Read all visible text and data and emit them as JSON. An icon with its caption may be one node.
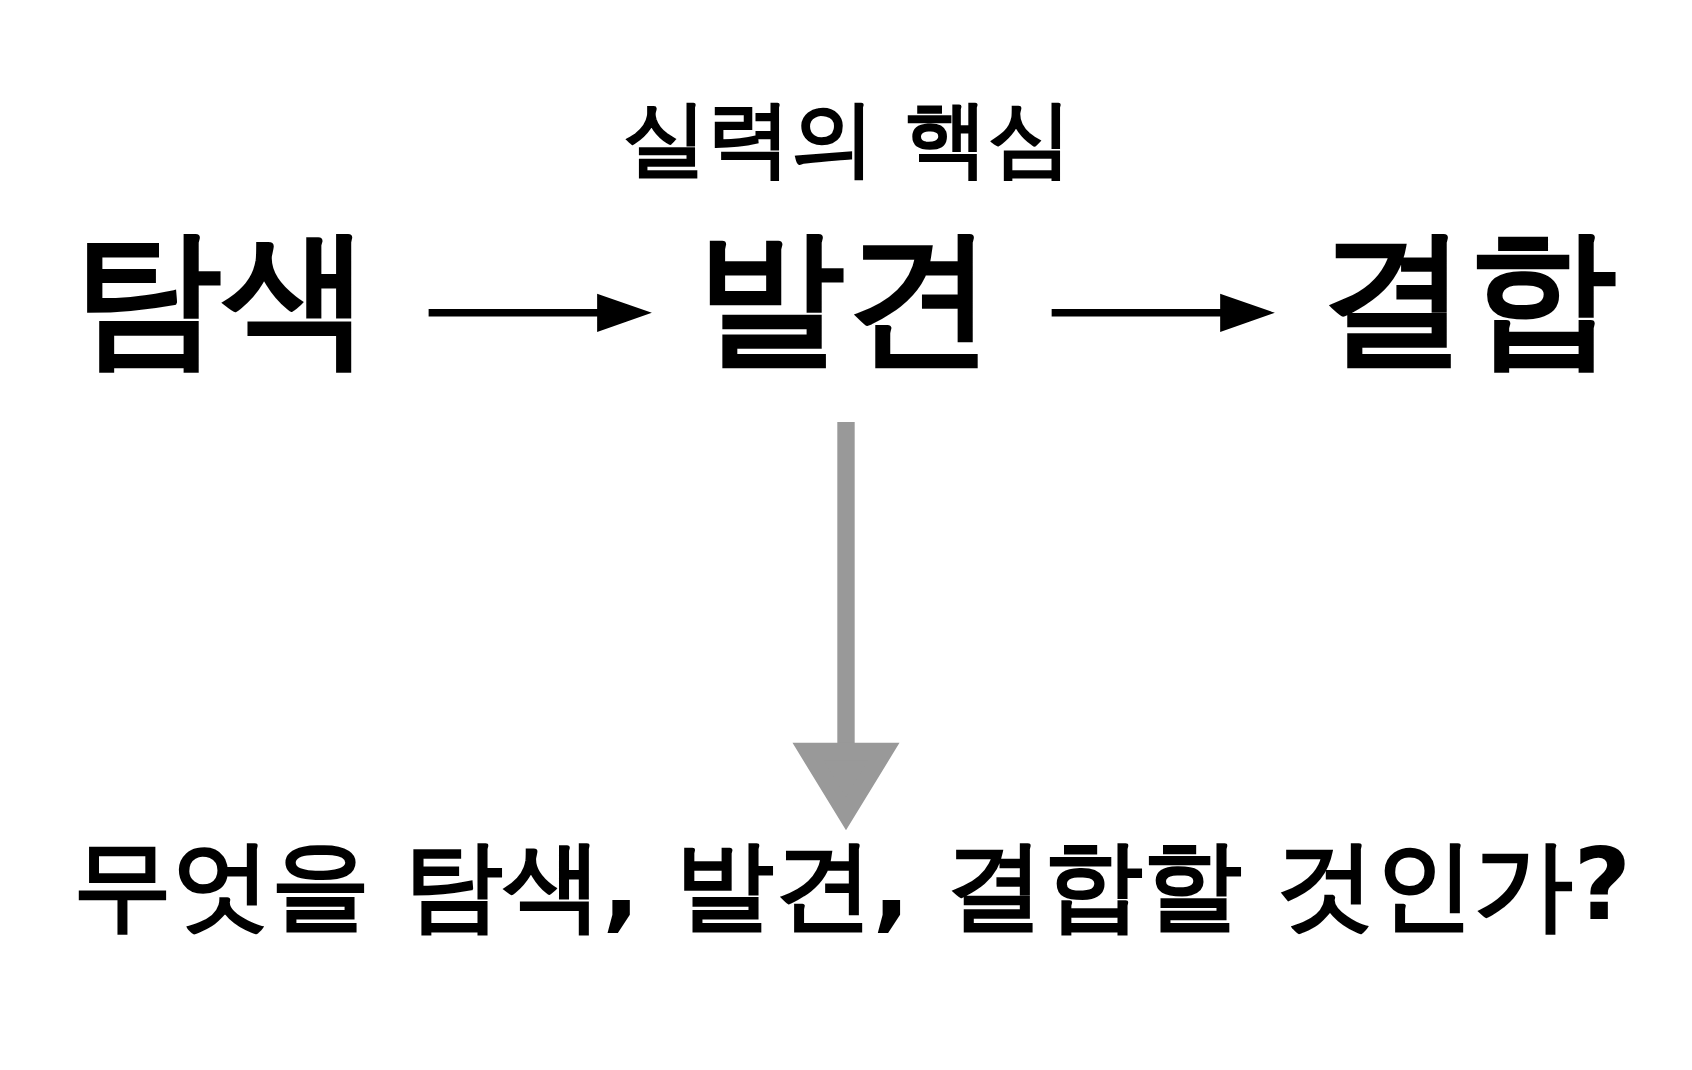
{
  "diagram": {
    "title": "실력의 핵심",
    "nodes": [
      {
        "text": [
          "탐색"
        ]
      },
      {
        "text": [
          "발견"
        ]
      },
      {
        "text": [
          "결합"
        ]
      },
      {
        "text": [
          "무엇을 탐색, 발견, 결합할 것인가?"
        ]
      }
    ],
    "edges": [
      {
        "from": 0,
        "to": 1,
        "arrow": "to"
      },
      {
        "from": 1,
        "to": 2,
        "arrow": "to"
      },
      {
        "from": 1,
        "to": 3,
        "arrow": "to",
        "style": "thick",
        "color": "#999999"
      }
    ]
  }
}
